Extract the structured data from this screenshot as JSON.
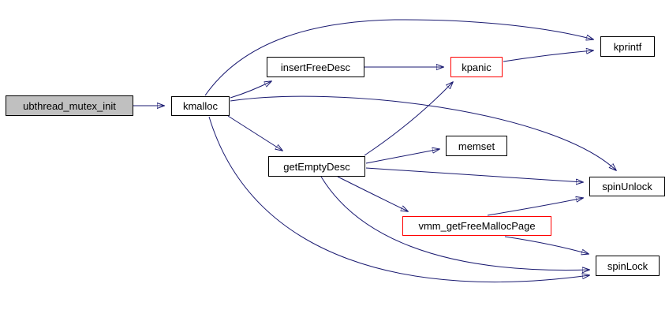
{
  "diagram": {
    "type": "call-graph",
    "root_function": "ubthread_mutex_init",
    "colors": {
      "background": "#ffffff",
      "edge": "#191970",
      "node_border": "#000000",
      "highlight_border": "#ff0000",
      "current_node_fill": "#c0c0c0",
      "node_fill": "#ffffff",
      "text": "#000000"
    },
    "nodes": [
      {
        "id": "ubthread_mutex_init",
        "label": "ubthread_mutex_init",
        "style": "current"
      },
      {
        "id": "kmalloc",
        "label": "kmalloc",
        "style": "normal"
      },
      {
        "id": "insertFreeDesc",
        "label": "insertFreeDesc",
        "style": "normal"
      },
      {
        "id": "kpanic",
        "label": "kpanic",
        "style": "highlight"
      },
      {
        "id": "kprintf",
        "label": "kprintf",
        "style": "normal"
      },
      {
        "id": "getEmptyDesc",
        "label": "getEmptyDesc",
        "style": "normal"
      },
      {
        "id": "memset",
        "label": "memset",
        "style": "normal"
      },
      {
        "id": "spinUnlock",
        "label": "spinUnlock",
        "style": "normal"
      },
      {
        "id": "vmm_getFreeMallocPage",
        "label": "vmm_getFreeMallocPage",
        "style": "highlight"
      },
      {
        "id": "spinLock",
        "label": "spinLock",
        "style": "normal"
      }
    ],
    "edges": [
      {
        "from": "ubthread_mutex_init",
        "to": "kmalloc"
      },
      {
        "from": "kmalloc",
        "to": "insertFreeDesc"
      },
      {
        "from": "kmalloc",
        "to": "kprintf"
      },
      {
        "from": "kmalloc",
        "to": "getEmptyDesc"
      },
      {
        "from": "kmalloc",
        "to": "spinUnlock"
      },
      {
        "from": "kmalloc",
        "to": "spinLock"
      },
      {
        "from": "insertFreeDesc",
        "to": "kpanic"
      },
      {
        "from": "kpanic",
        "to": "kprintf"
      },
      {
        "from": "getEmptyDesc",
        "to": "kpanic"
      },
      {
        "from": "getEmptyDesc",
        "to": "memset"
      },
      {
        "from": "getEmptyDesc",
        "to": "spinUnlock"
      },
      {
        "from": "getEmptyDesc",
        "to": "vmm_getFreeMallocPage"
      },
      {
        "from": "getEmptyDesc",
        "to": "spinLock"
      },
      {
        "from": "vmm_getFreeMallocPage",
        "to": "spinUnlock"
      },
      {
        "from": "vmm_getFreeMallocPage",
        "to": "spinLock"
      }
    ]
  }
}
